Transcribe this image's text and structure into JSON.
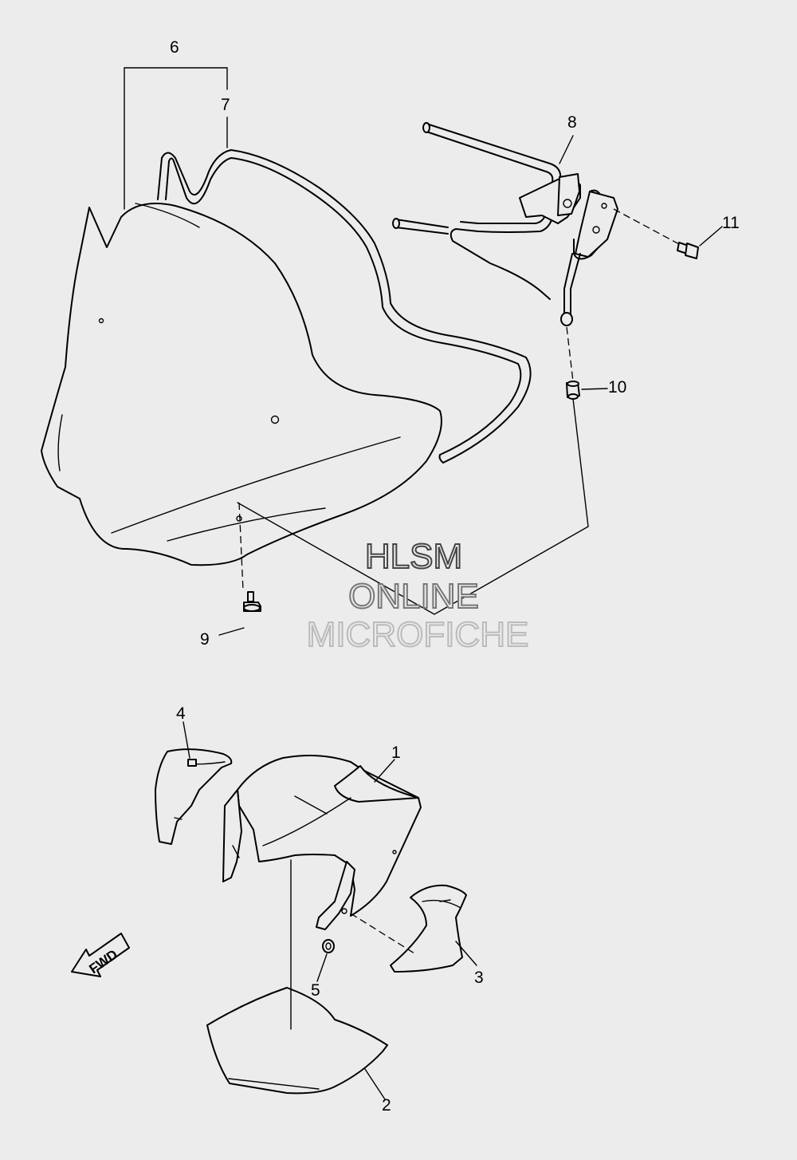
{
  "callouts": [
    "1",
    "2",
    "3",
    "4",
    "5",
    "6",
    "7",
    "8",
    "9",
    "10",
    "11"
  ],
  "watermark": {
    "line1": "HLSM",
    "line2": "ONLINE",
    "line3": "MICROFICHE",
    "stroke_colors": [
      "#444444",
      "#777777",
      "#bbbbbb"
    ]
  },
  "fwd_label": "FWD",
  "colors": {
    "background": "#ececec",
    "line": "#000000"
  }
}
